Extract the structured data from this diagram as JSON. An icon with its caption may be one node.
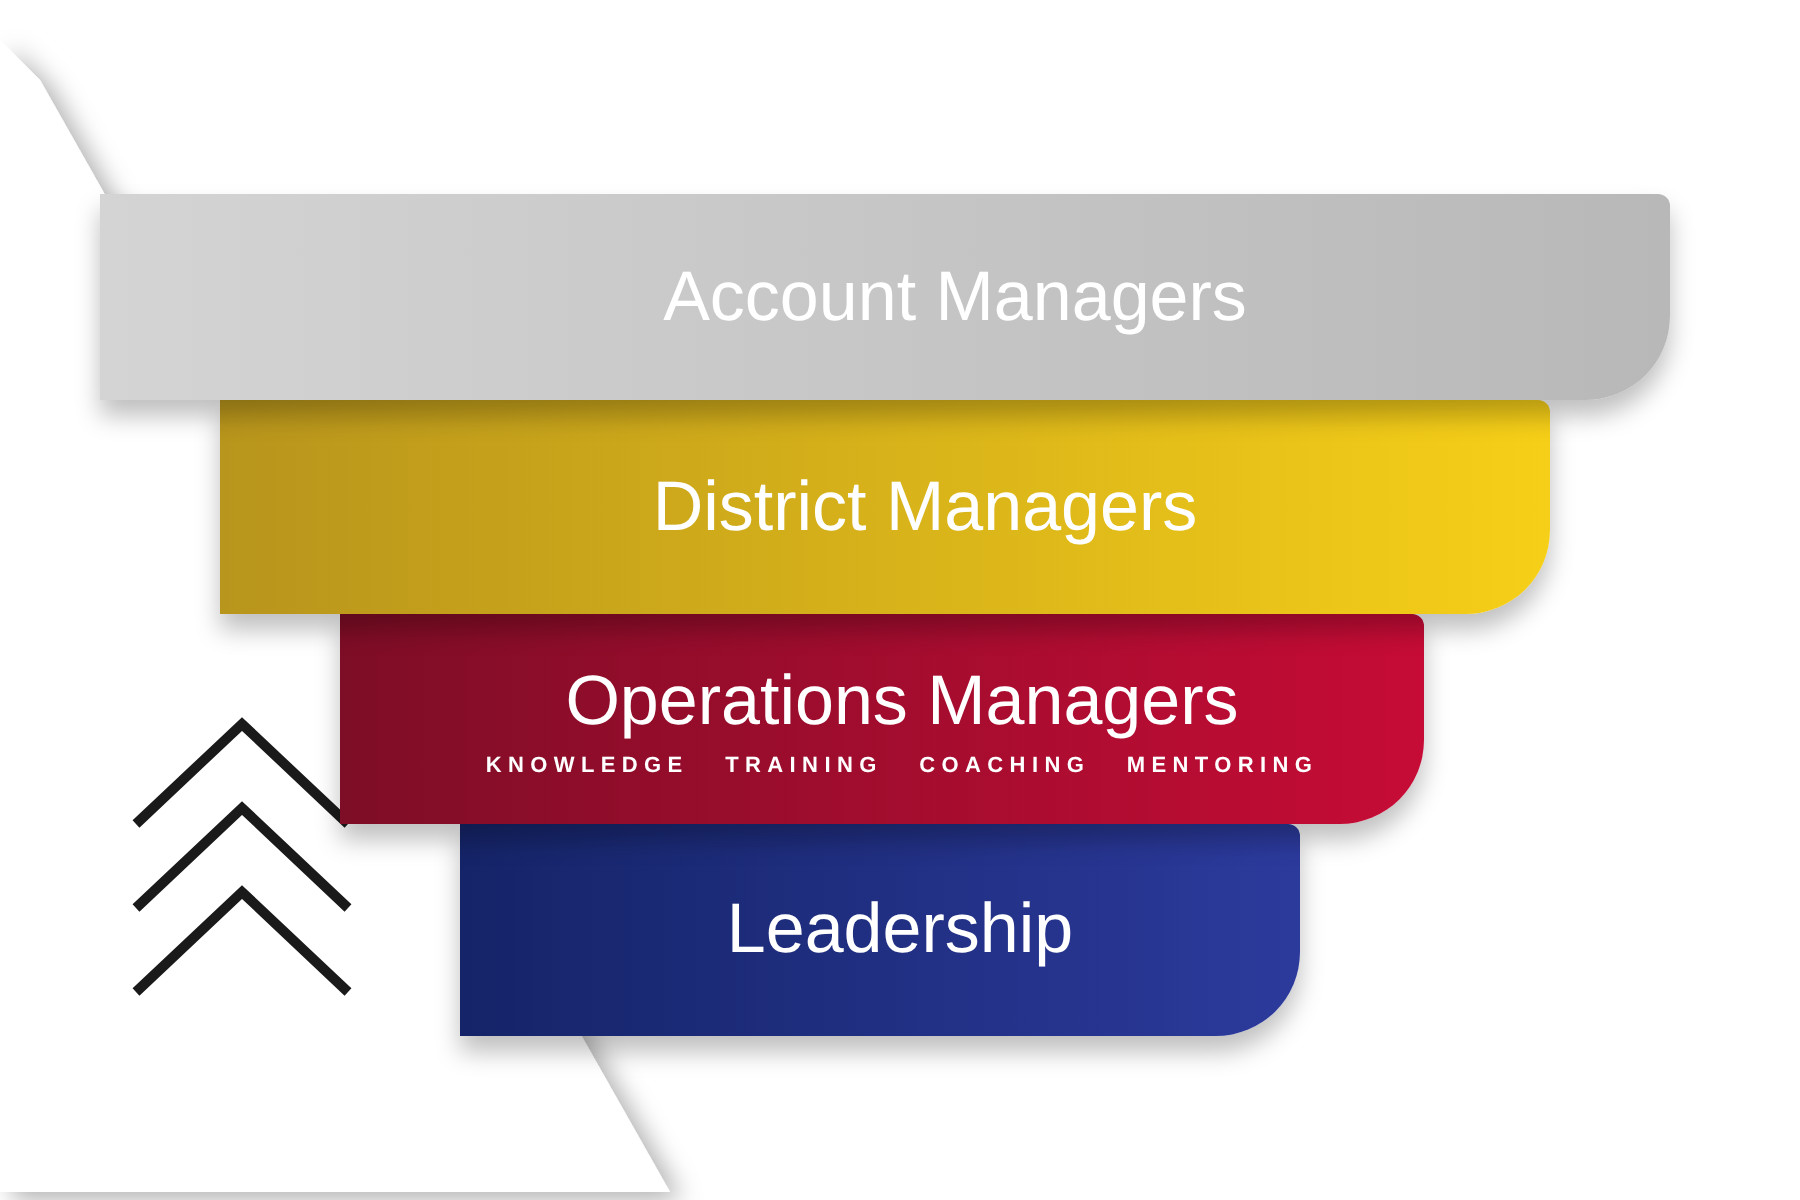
{
  "diagram": {
    "nodes": [
      {
        "text": [
          "Account Managers"
        ]
      },
      {
        "text": [
          "District Managers"
        ]
      },
      {
        "text": [
          "Operations Managers",
          "KNOWLEDGE TRAINING COACHING MENTORING"
        ]
      },
      {
        "text": [
          "Leadership"
        ]
      }
    ]
  }
}
